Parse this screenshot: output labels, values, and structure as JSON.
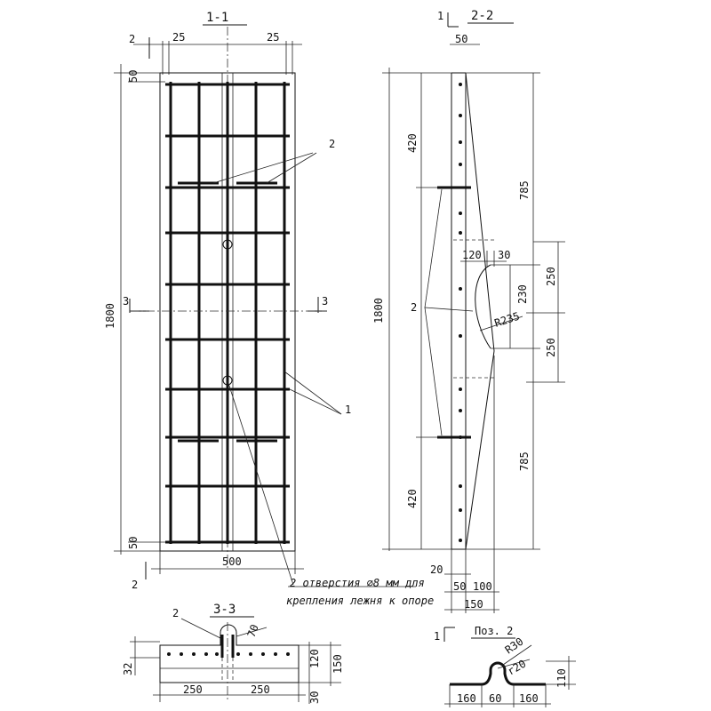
{
  "views": {
    "v11": {
      "title": "1-1",
      "dim_left": "25",
      "dim_right": "25",
      "dim_top": "50",
      "dim_bottom": "50",
      "height": "1800",
      "width": "500",
      "sec2_top": "2",
      "sec2_bottom": "2",
      "sec3_left": "3",
      "sec3_right": "3",
      "pos1": "1",
      "pos2": "2"
    },
    "v22": {
      "title": "2-2",
      "sec_mark": "1",
      "dim_top": "50",
      "dim_420_top": "420",
      "dim_785_top": "785",
      "dim_120": "120",
      "dim_30": "30",
      "dim_250_top": "250",
      "dim_230": "230",
      "radius": "R235",
      "dim_250_bot": "250",
      "dim_785_bot": "785",
      "dim_420_bot": "420",
      "height": "1800",
      "dim_20": "20",
      "dim_50": "50",
      "dim_100": "100",
      "dim_150": "150",
      "pos2": "2"
    },
    "v33": {
      "title": "3-3",
      "pos2": "2",
      "dim_70": "70",
      "dim_32": "32",
      "dim_120": "120",
      "dim_150": "150",
      "dim_30": "30",
      "dim_250_left": "250",
      "dim_250_right": "250"
    },
    "poz2": {
      "title": "Поз. 2",
      "sec_mark": "1",
      "r30": "R30",
      "r20": "r20",
      "dim_110": "110",
      "dim_160_left": "160",
      "dim_60": "60",
      "dim_160_right": "160"
    }
  },
  "note": {
    "line1": "2 отверстия  ∅8 мм для",
    "line2": "крепления лежня к опоре"
  }
}
